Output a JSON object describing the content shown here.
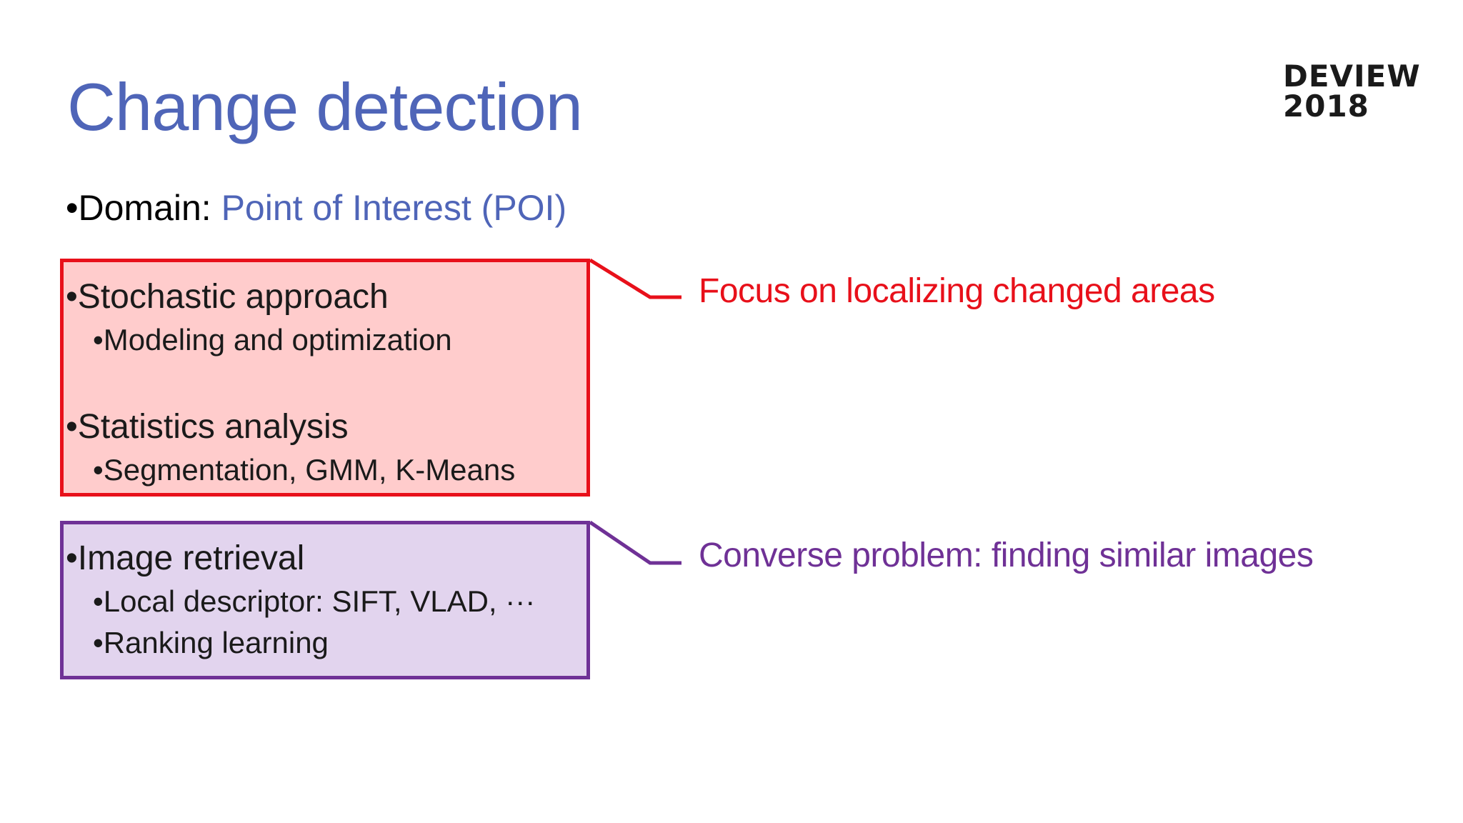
{
  "slide": {
    "title": "Change detection",
    "logo": {
      "line1": "DEVIEW",
      "line2": "2018"
    },
    "domain": {
      "label": "•Domain: ",
      "value": "Point of Interest (POI)"
    },
    "red_box": {
      "item1": "•Stochastic approach",
      "item1_sub": "•Modeling and optimization",
      "item2": "•Statistics analysis",
      "item2_sub": "•Segmentation, GMM, K-Means"
    },
    "purple_box": {
      "item1": "•Image retrieval",
      "item1_sub1": "•Local descriptor: SIFT, VLAD, ···",
      "item1_sub2": "•Ranking learning"
    },
    "callouts": {
      "red": "Focus on localizing changed areas",
      "purple": "Converse problem: finding similar images"
    },
    "colors": {
      "title_blue": "#4f65b8",
      "red": "#e8101a",
      "red_fill": "#ffcccc",
      "purple": "#6f3196",
      "purple_fill": "#e2d4ee"
    }
  }
}
